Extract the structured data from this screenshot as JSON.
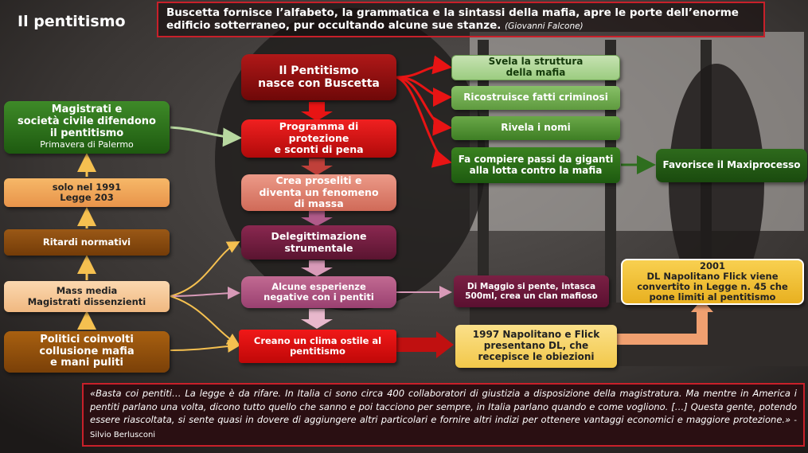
{
  "colors": {
    "red_accent": "#c8202a",
    "dark_red": "#8e0a0c",
    "bright_red": "#e01010",
    "salmon": "#e08070",
    "plum": "#6e1c3c",
    "mauve": "#b04e78",
    "green_dark": "#2e6e1e",
    "green_light": "#a9d490",
    "orange": "#f0a450",
    "brown": "#8a4a10",
    "yellow": "#f5d060",
    "maroon": "#6a1838"
  },
  "header": {
    "title": "Il pentitismo",
    "quote_text": "Buscetta fornisce l’alfabeto, la grammatica e la sintassi della mafia, apre le porte dell’enorme edificio sotterraneo, pur occultando alcune sue stanze.",
    "quote_author": "(Giovanni Falcone)"
  },
  "center": {
    "pentitismo": [
      "Il Pentitismo",
      "nasce con Buscetta"
    ],
    "programma": [
      "Programma di",
      "protezione",
      "e sconti di pena"
    ],
    "proseliti": [
      "Crea proseliti e",
      "diventa un fenomeno",
      "di massa"
    ],
    "delegittimazione": [
      "Delegittimazione",
      "strumentale"
    ],
    "esperienze": [
      "Alcune esperienze",
      "negative con i pentiti"
    ],
    "clima": [
      "Creano un clima ostile al",
      "pentitismo"
    ]
  },
  "right": {
    "svela": [
      "Svela la struttura",
      "della mafia"
    ],
    "ricostruisce": "Ricostruisce fatti criminosi",
    "rivela": "Rivela i nomi",
    "passi": [
      "Fa compiere passi da giganti",
      "alla lotta contro la mafia"
    ],
    "maxiprocesso": "Favorisce il Maxiprocesso",
    "dimaggio": [
      "Di Maggio si pente, intasca",
      "500ml, crea un clan mafioso"
    ],
    "dl1997": [
      "1997 Napolitano e Flick",
      "presentano DL, che",
      "recepisce le obiezioni"
    ],
    "legge2001": [
      "2001",
      "DL Napolitano Flick viene",
      "convertito in Legge n. 45 che",
      "pone limiti al pentitismo"
    ]
  },
  "left": {
    "magistrati": [
      "Magistrati e",
      "società civile difendono",
      "il pentitismo"
    ],
    "magistrati_sub": "Primavera di Palermo",
    "legge1991": [
      "solo nel 1991",
      "Legge 203"
    ],
    "ritardi": "Ritardi normativi",
    "mass_media": [
      "Mass media",
      "Magistrati dissenzienti"
    ],
    "politici": [
      "Politici coinvolti",
      "collusione mafia",
      "e mani puliti"
    ]
  },
  "footer": {
    "quote_text": "«Basta coi pentiti… La legge è da rifare. In Italia ci sono circa 400 collaboratori di giustizia a disposizione della magistratura. Ma mentre in America i pentiti parlano una volta, dicono tutto quello che sanno e poi tacciono per sempre, in Italia parlano quando e come vogliono. […] Questa gente, potendo essere riascoltata, si sente quasi in dovere di aggiungere altri particolari e fornire altri indizi per ottenere vantaggi economici e maggiore protezione.»",
    "quote_author": "- Silvio Berlusconi"
  }
}
